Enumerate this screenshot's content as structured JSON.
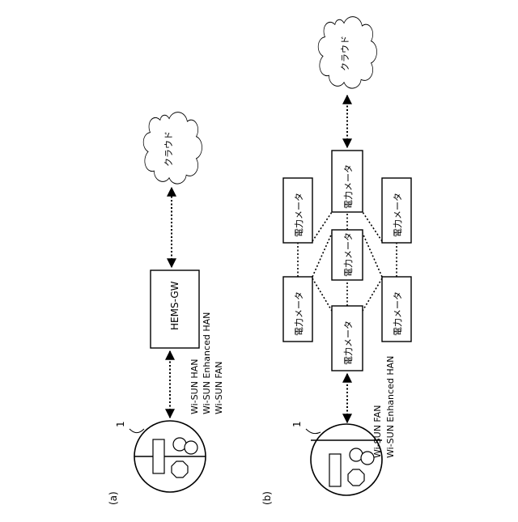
{
  "panel_a": {
    "label": "(a)",
    "ref_number": "1",
    "cloud_label": "クラウド",
    "gateway_label": "HEMS-GW",
    "link_labels": [
      "Wi-SUN HAN",
      "Wi-SUN Enhanced HAN",
      "Wi-SUN FAN"
    ]
  },
  "panel_b": {
    "label": "(b)",
    "ref_number": "1",
    "cloud_label": "クラウド",
    "meter_label": "電力メータ",
    "link_labels": [
      "Wi-SUN FAN",
      "Wi-SUN Enhanced HAN"
    ]
  }
}
